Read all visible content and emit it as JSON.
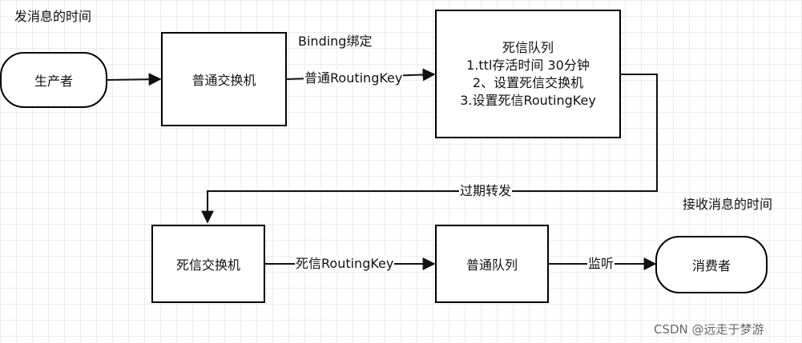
{
  "notes": {
    "send_time": "发消息的时间",
    "receive_time": "接收消息的时间",
    "binding": "Binding绑定"
  },
  "nodes": {
    "producer": "生产者",
    "normal_exchange": "普通交换机",
    "dead_letter_queue": {
      "title": "死信队列",
      "line1": "1.ttl存活时间 30分钟",
      "line2": "2、设置死信交换机",
      "line3": "3.设置死信RoutingKey"
    },
    "dead_letter_exchange": "死信交换机",
    "normal_queue": "普通队列",
    "consumer": "消费者"
  },
  "edges": {
    "normal_routing_key": "普通RoutingKey",
    "expire_forward": "过期转发",
    "dead_routing_key": "死信RoutingKey",
    "listen": "监听"
  },
  "watermark": "CSDN @远走于梦游"
}
